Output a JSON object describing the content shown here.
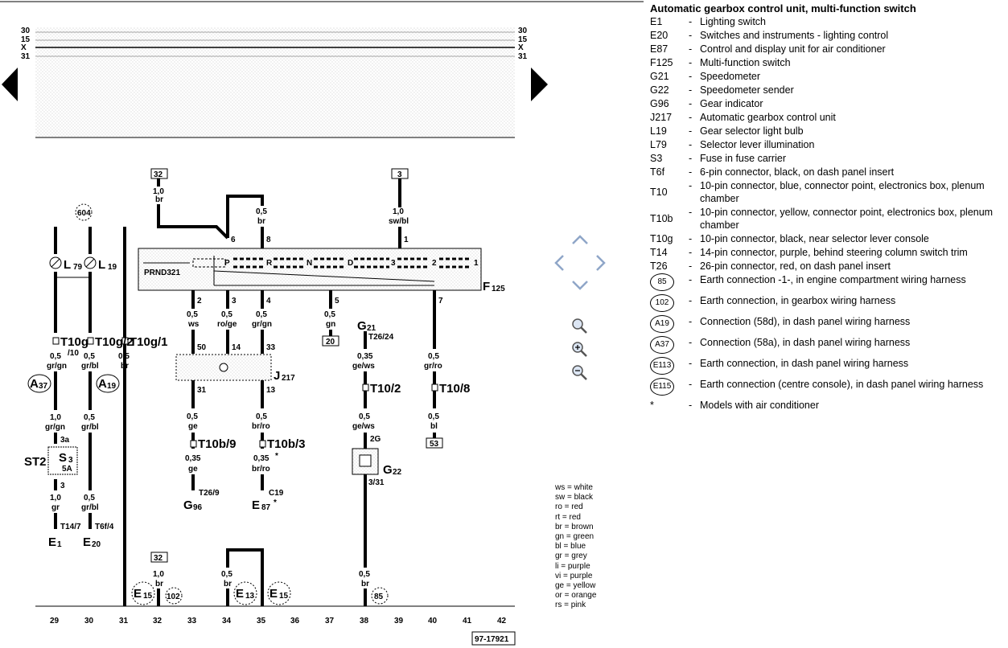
{
  "legend": {
    "title": "Automatic gearbox control unit, multi-function switch",
    "items": [
      {
        "code": "E1",
        "dash": "-",
        "desc": "Lighting switch"
      },
      {
        "code": "E20",
        "dash": "-",
        "desc": "Switches and instruments - lighting control"
      },
      {
        "code": "E87",
        "dash": "-",
        "desc": "Control and display unit for air conditioner"
      },
      {
        "code": "F125",
        "dash": "-",
        "desc": "Multi-function switch"
      },
      {
        "code": "G21",
        "dash": "-",
        "desc": "Speedometer"
      },
      {
        "code": "G22",
        "dash": "-",
        "desc": "Speedometer sender"
      },
      {
        "code": "G96",
        "dash": "-",
        "desc": "Gear indicator"
      },
      {
        "code": "J217",
        "dash": "-",
        "desc": "Automatic gearbox control unit"
      },
      {
        "code": "L19",
        "dash": "-",
        "desc": "Gear selector light bulb"
      },
      {
        "code": "L79",
        "dash": "-",
        "desc": "Selector lever illumination"
      },
      {
        "code": "S3",
        "dash": "-",
        "desc": "Fuse in fuse carrier"
      },
      {
        "code": "T6f",
        "dash": "-",
        "desc": "6-pin connector, black, on dash panel insert"
      },
      {
        "code": "T10",
        "dash": "-",
        "desc": "10-pin connector, blue, connector point, electronics box, plenum chamber"
      },
      {
        "code": "T10b",
        "dash": "-",
        "desc": "10-pin connector, yellow, connector point, electronics box, plenum chamber"
      },
      {
        "code": "T10g",
        "dash": "-",
        "desc": "10-pin connector, black, near selector lever console"
      },
      {
        "code": "T14",
        "dash": "-",
        "desc": "14-pin connector, purple, behind steering column switch trim"
      },
      {
        "code": "T26",
        "dash": "-",
        "desc": "26-pin connector, red, on dash panel insert"
      }
    ],
    "earth_items": [
      {
        "code": "85",
        "dash": "-",
        "desc": "Earth connection -1-, in engine compartment wiring harness"
      },
      {
        "code": "102",
        "dash": "-",
        "desc": "Earth connection, in gearbox wiring harness"
      },
      {
        "code": "A19",
        "dash": "-",
        "desc": "Connection (58d), in dash panel wiring harness"
      },
      {
        "code": "A37",
        "dash": "-",
        "desc": "Connection (58a), in dash panel wiring harness"
      },
      {
        "code": "E113",
        "dash": "-",
        "desc": "Earth connection, in dash panel wiring harness"
      },
      {
        "code": "E115",
        "dash": "-",
        "desc": "Earth connection (centre console), in dash panel wiring harness"
      }
    ],
    "footnote": {
      "code": "*",
      "dash": "-",
      "desc": "Models with air conditioner"
    }
  },
  "colors_key": [
    "ws = white",
    "sw = black",
    "ro = red",
    "rt = red",
    "br = brown",
    "gn = green",
    "bl = blue",
    "gr = grey",
    "li = purple",
    "vi = purple",
    "ge = yellow",
    "or = orange",
    "rs = pink"
  ],
  "rails": [
    "30",
    "15",
    "X",
    "31"
  ],
  "tracks": [
    "29",
    "30",
    "31",
    "32",
    "33",
    "34",
    "35",
    "36",
    "37",
    "38",
    "39",
    "40",
    "41",
    "42"
  ],
  "diagram_number": "97-17921",
  "diagram": {
    "top_32": "32",
    "top_3": "3",
    "earth_604": "604",
    "w32_size": "1,0",
    "w32_color": "br",
    "w8_size": "0,5",
    "w8_color": "br",
    "w3_size": "1,0",
    "w3_color": "sw/bl",
    "pin6": "6",
    "pin8": "8",
    "pin1": "1",
    "f125_code": "F",
    "f125_sub": "125",
    "prnd": "PRND321",
    "gear_P": "P",
    "gear_R": "R",
    "gear_N": "N",
    "gear_D": "D",
    "gear_3": "3",
    "gear_2": "2",
    "gear_1": "1",
    "L79": "L",
    "L79_sub": "79",
    "L19": "L",
    "L19_sub": "19",
    "t10g10": "T10g",
    "t10g10_sub": "/10",
    "t10g2": "T10g/2",
    "t10g1": "T10g/1",
    "w29a_size": "0,5",
    "w29a_color": "gr/gn",
    "w30a_size": "0,5",
    "w30a_color": "gr/bl",
    "w31a_size": "0,5",
    "w31a_color": "br",
    "A37": "A",
    "A37_sub": "37",
    "A19": "A",
    "A19_sub": "19",
    "w29b_size": "1,0",
    "w29b_color": "gr/gn",
    "pin3a": "3a",
    "w30b_size": "0,5",
    "w30b_color": "gr/bl",
    "st2": "ST2",
    "s3": "S",
    "s3_sub": "3",
    "s3_amp": "5A",
    "pin3": "3",
    "w29c_size": "1,0",
    "w29c_color": "gr",
    "w30c_size": "0,5",
    "w30c_color": "gr/bl",
    "t14_7": "T14/7",
    "t6f_4": "T6f/4",
    "E1": "E",
    "E1_sub": "1",
    "E20": "E",
    "E20_sub": "20",
    "p2": "2",
    "p3": "3",
    "p4": "4",
    "p5": "5",
    "p7": "7",
    "w33_size": "0,5",
    "w33_color": "ws",
    "w34_size": "0,5",
    "w34_color": "ro/ge",
    "w35_size": "0,5",
    "w35_color": "gr/gn",
    "w37_size": "0,5",
    "w37_color": "gn",
    "box20": "20",
    "G21": "G",
    "G21_sub": "21",
    "t26_24": "T26/24",
    "j50": "50",
    "j14": "14",
    "j33": "33",
    "J217": "J",
    "J217_sub": "217",
    "j31": "31",
    "j13": "13",
    "w38a_size": "0,35",
    "w38a_color": "ge/ws",
    "w40a_size": "0,5",
    "w40a_color": "gr/ro",
    "t10_2": "T10/2",
    "t10_8": "T10/8",
    "w33b_size": "0,5",
    "w33b_color": "ge",
    "w35b_size": "0,5",
    "w35b_color": "br/ro",
    "w38b_size": "0,5",
    "w38b_color": "ge/ws",
    "w40b_size": "0,5",
    "w40b_color": "bl",
    "box53": "53",
    "t10b9": "T10b/9",
    "t10b3": "T10b/3",
    "pin2g": "2G",
    "w33c_size": "0,35",
    "w33c_color": "ge",
    "w35c_size": "0,35",
    "w35c_color": "br/ro",
    "star": "*",
    "G22": "G",
    "G22_sub": "22",
    "p3_31": "3/31",
    "t26_9": "T26/9",
    "c19": "C19",
    "G96": "G",
    "G96_sub": "96",
    "E87": "E",
    "E87_sub": "87",
    "bot_32": "32",
    "wb32_size": "1,0",
    "wb32_color": "br",
    "wb34_size": "0,5",
    "wb34_color": "br",
    "wb38_size": "0,5",
    "wb38_color": "br",
    "E115a": "E",
    "E115a_sub": "15",
    "E113": "E",
    "E113_sub": "13",
    "E115b": "E",
    "E115b_sub": "15",
    "e102": "102",
    "e85": "85"
  }
}
